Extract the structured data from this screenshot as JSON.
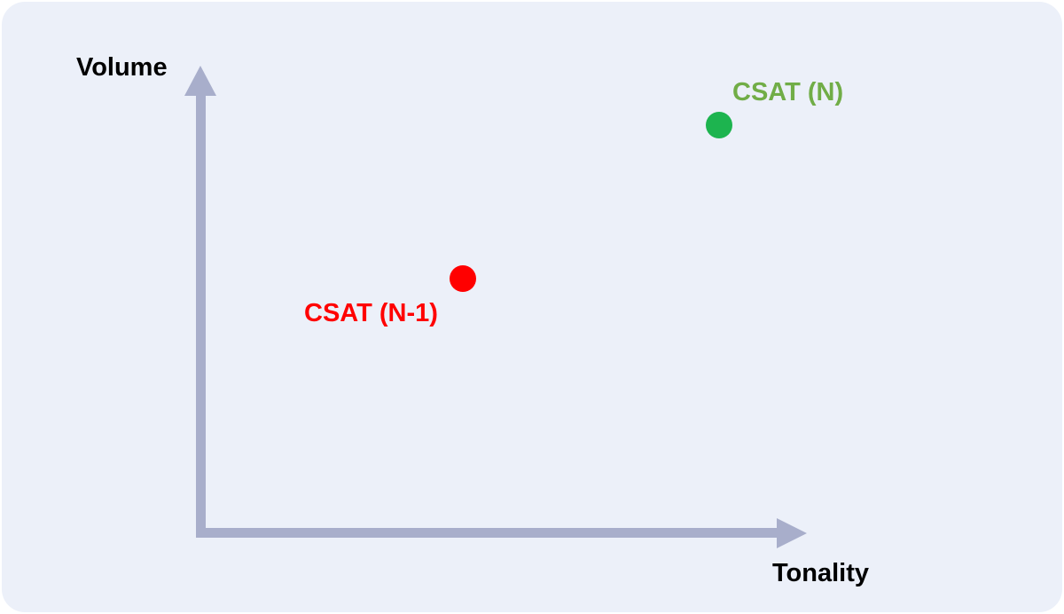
{
  "axes": {
    "y_label": "Volume",
    "x_label": "Tonality",
    "color": "#a8aecb"
  },
  "points": [
    {
      "label": "CSAT (N)",
      "color": "#1db44f",
      "label_color": "#71ad47"
    },
    {
      "label": "CSAT (N-1)",
      "color": "#ff0000",
      "label_color": "#ff0000"
    }
  ],
  "background_color": "#ecf0f9"
}
